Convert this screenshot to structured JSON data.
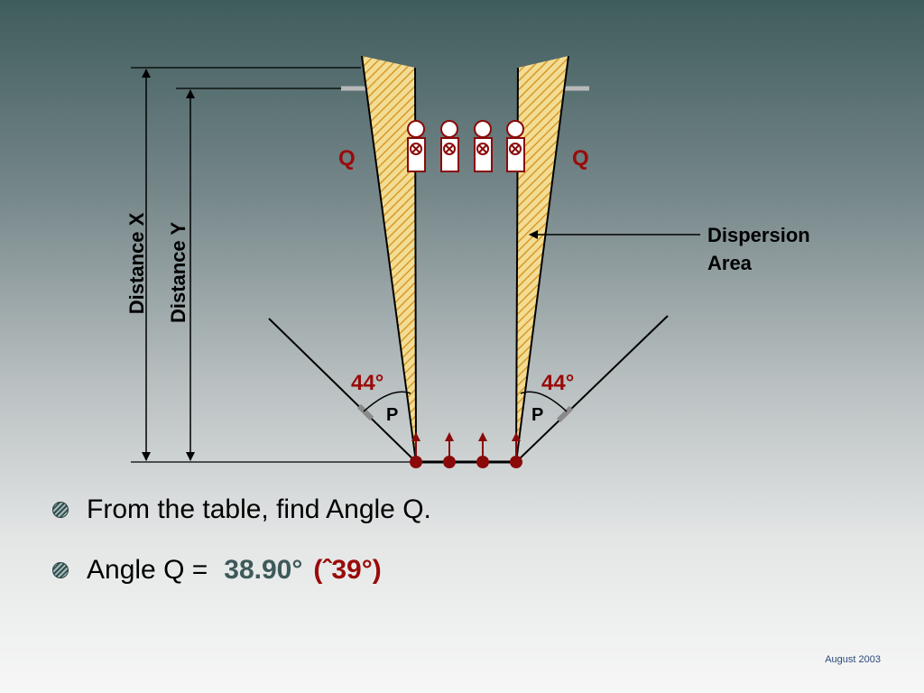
{
  "diagram": {
    "distance_x_label": "Distance X",
    "distance_y_label": "Distance Y",
    "angle_q_left": "Q",
    "angle_q_right": "Q",
    "angle_left_value": "44°",
    "angle_right_value": "44°",
    "angle_p_left": "P",
    "angle_p_right": "P",
    "dispersion_line1": "Dispersion",
    "dispersion_line2": "Area"
  },
  "bullets": {
    "line1": "From the table, find Angle Q.",
    "line2_label": "Angle Q =",
    "line2_value": "38.90°",
    "line2_rounded": "(ˆ39°)"
  },
  "footer": {
    "date": "August 2003"
  },
  "colors": {
    "accent_red": "#9a0a0a",
    "accent_green": "#3e5a5a",
    "hatch_yellow": "#f1d98e",
    "hatch_orange": "#d9a02f"
  }
}
